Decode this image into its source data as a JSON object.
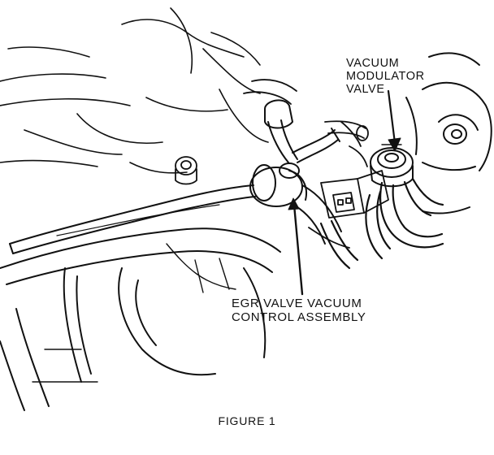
{
  "labels": {
    "vacuum_modulator_valve": [
      "VACUUM",
      "MODULATOR",
      "VALVE"
    ],
    "egr_vacuum_control": [
      "EGR VALVE VACUUM",
      "CONTROL ASSEMBLY"
    ]
  },
  "caption": "FIGURE 1",
  "colors": {
    "ink": "#111111",
    "paper": "#ffffff"
  }
}
